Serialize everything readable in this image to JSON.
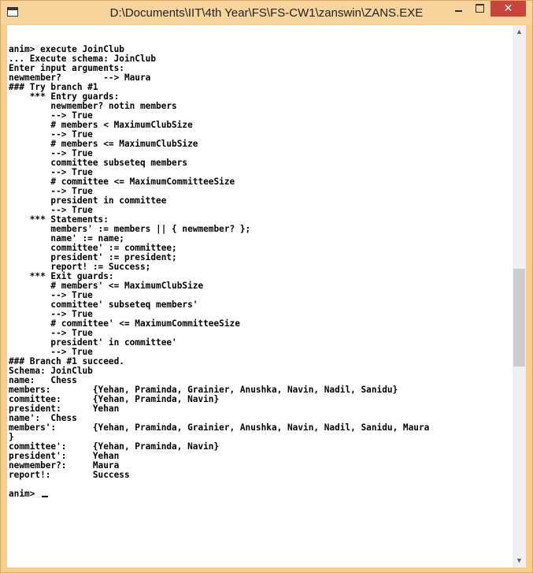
{
  "window": {
    "title": "D:\\Documents\\IIT\\4th Year\\FS\\FS-CW1\\zanswin\\ZANS.EXE",
    "minimize_label": "",
    "maximize_label": "",
    "close_label": "✕"
  },
  "console": {
    "lines": [
      "",
      "anim> execute JoinClub",
      "... Execute schema: JoinClub",
      "Enter input arguments:",
      "newmember?        --> Maura",
      "### Try branch #1",
      "    *** Entry guards:",
      "        newmember? notin members",
      "        --> True",
      "        # members < MaximumClubSize",
      "        --> True",
      "        # members <= MaximumClubSize",
      "        --> True",
      "        committee subseteq members",
      "        --> True",
      "        # committee <= MaximumCommitteeSize",
      "        --> True",
      "        president in committee",
      "        --> True",
      "    *** Statements:",
      "        members' := members || { newmember? };",
      "        name' := name;",
      "        committee' := committee;",
      "        president' := president;",
      "        report! := Success;",
      "    *** Exit guards:",
      "        # members' <= MaximumClubSize",
      "        --> True",
      "        committee' subseteq members'",
      "        --> True",
      "        # committee' <= MaximumCommitteeSize",
      "        --> True",
      "        president' in committee'",
      "        --> True",
      "### Branch #1 succeed.",
      "Schema: JoinClub",
      "name:   Chess",
      "members:        {Yehan, Praminda, Grainier, Anushka, Navin, Nadil, Sanidu}",
      "committee:      {Yehan, Praminda, Navin}",
      "president:      Yehan",
      "name':  Chess",
      "members':       {Yehan, Praminda, Grainier, Anushka, Navin, Nadil, Sanidu, Maura",
      "}",
      "committee':     {Yehan, Praminda, Navin}",
      "president':     Yehan",
      "newmember?:     Maura",
      "report!:        Success",
      "",
      "anim> "
    ]
  },
  "scrollbar": {
    "up_icon": "▲",
    "down_icon": "▼"
  }
}
